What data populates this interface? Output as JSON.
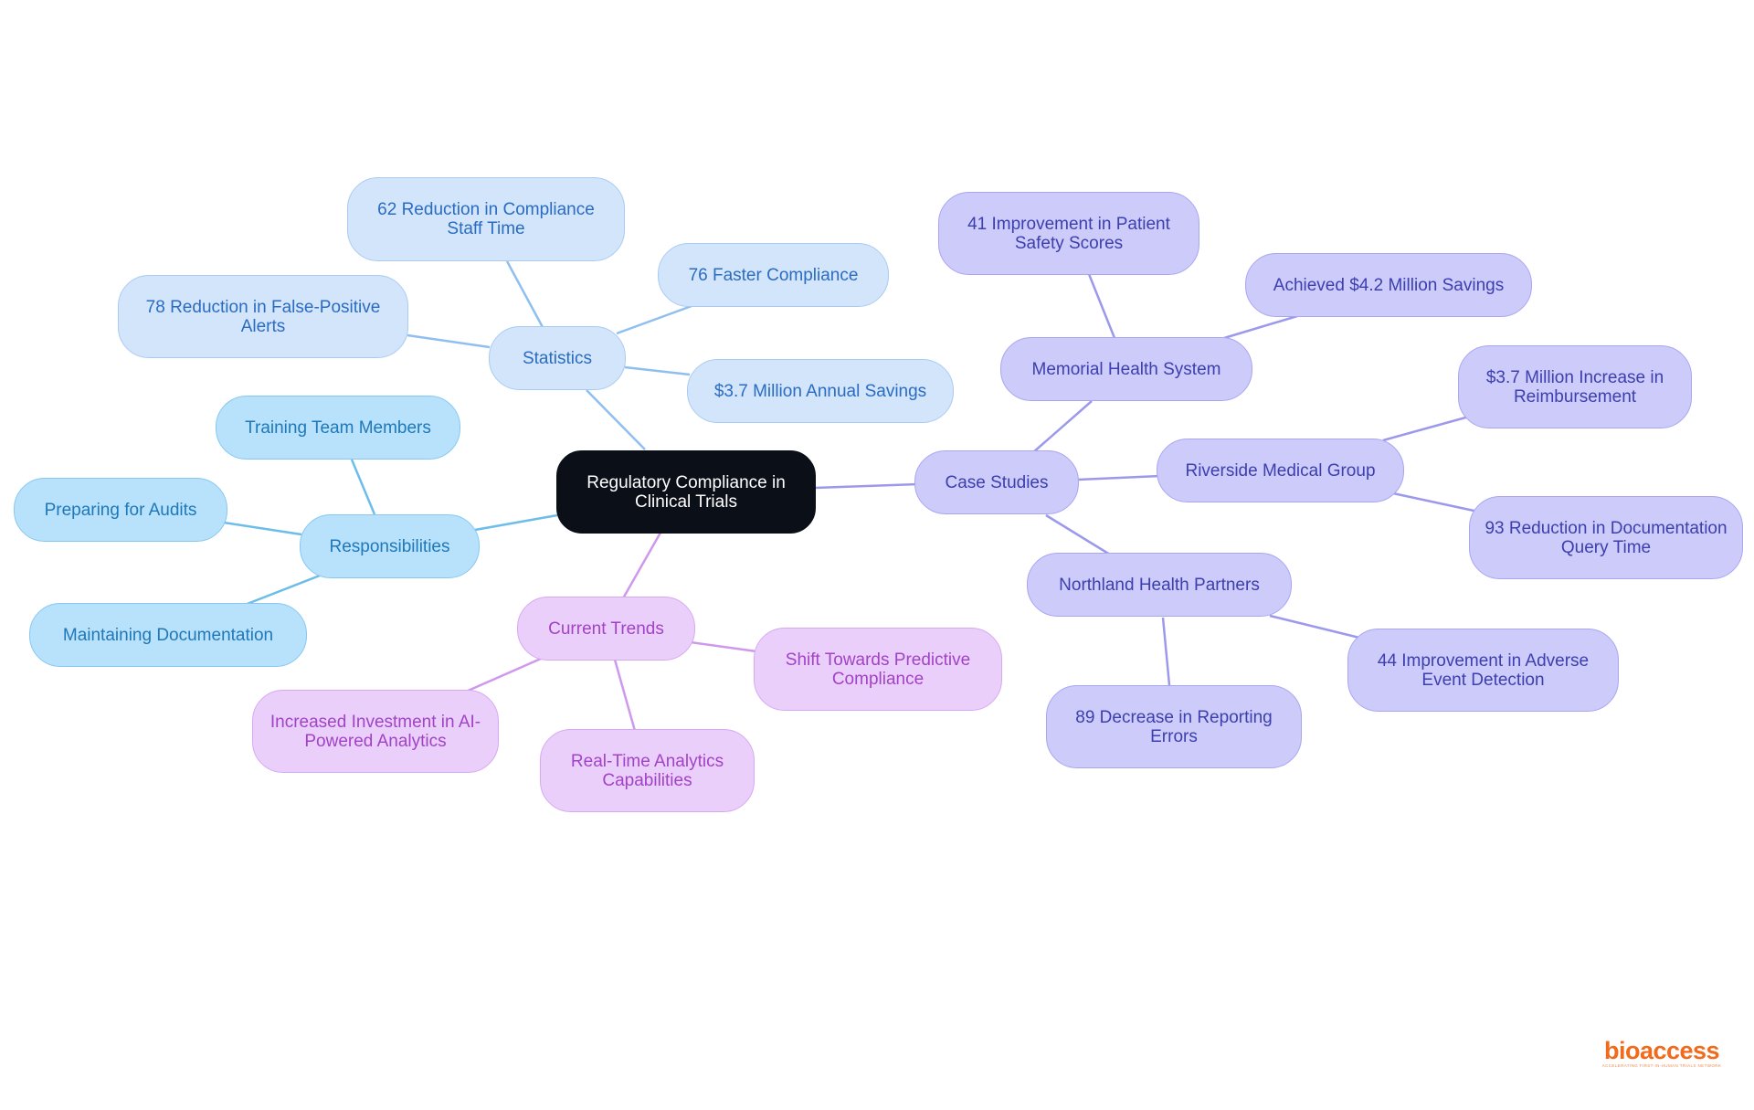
{
  "root": {
    "label": "Regulatory Compliance in Clinical Trials"
  },
  "branches": {
    "statistics": {
      "label": "Statistics",
      "items": [
        "62 Reduction in Compliance Staff Time",
        "76 Faster Compliance",
        "78 Reduction in False-Positive Alerts",
        "$3.7 Million Annual Savings"
      ]
    },
    "responsibilities": {
      "label": "Responsibilities",
      "items": [
        "Training Team Members",
        "Preparing for Audits",
        "Maintaining Documentation"
      ]
    },
    "trends": {
      "label": "Current Trends",
      "items": [
        "Shift Towards Predictive Compliance",
        "Increased Investment in AI-Powered Analytics",
        "Real-Time Analytics Capabilities"
      ]
    },
    "case_studies": {
      "label": "Case Studies",
      "memorial": {
        "label": "Memorial Health System",
        "items": [
          "41 Improvement in Patient Safety Scores",
          "Achieved $4.2 Million Savings"
        ]
      },
      "riverside": {
        "label": "Riverside Medical Group",
        "items": [
          "$3.7 Million Increase in Reimbursement",
          "93 Reduction in Documentation Query Time"
        ]
      },
      "northland": {
        "label": "Northland Health Partners",
        "items": [
          "44 Improvement in Adverse Event Detection",
          "89 Decrease in Reporting Errors"
        ]
      }
    }
  },
  "colors": {
    "statistics_edge": "#8fbff0",
    "responsibilities_edge": "#6cbde9",
    "trends_edge": "#cf98ec",
    "case_studies_edge": "#9c99ec"
  },
  "logo": {
    "text": "bioaccess",
    "tagline": "ACCELERATING FIRST-IN-HUMAN TRIALS NETWORK"
  }
}
